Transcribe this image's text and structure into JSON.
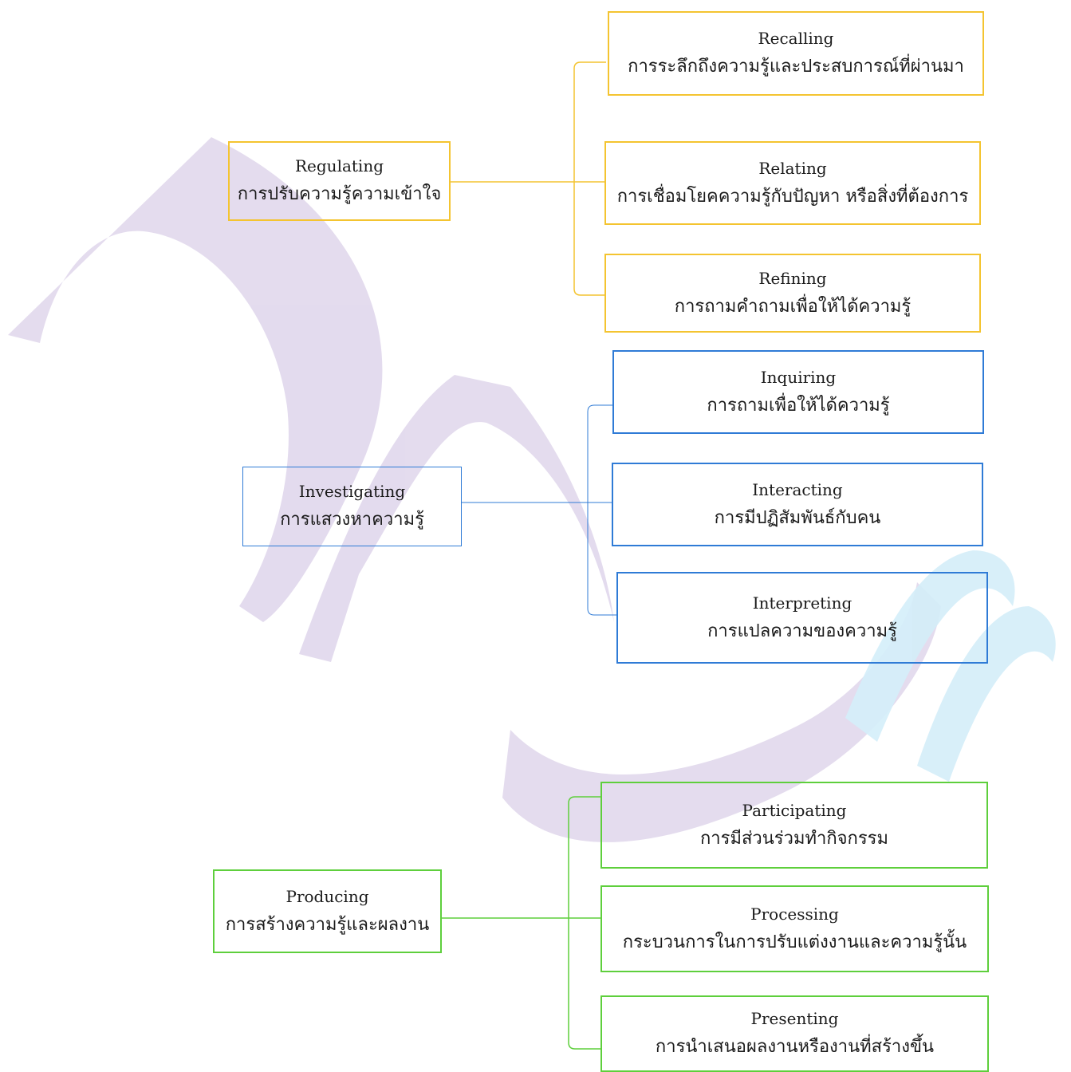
{
  "colors": {
    "yellow": "#f4c430",
    "blue": "#2f7bd6",
    "green": "#5ecf3c",
    "watermark_purple": "#ddd3ea",
    "watermark_cyan": "#d4eef9"
  },
  "groups": [
    {
      "parent": {
        "en": "Regulating",
        "th": "การปรับความรู้ความเข้าใจ"
      },
      "children": [
        {
          "en": "Recalling",
          "th": "การระลึกถึงความรู้และประสบการณ์ที่ผ่านมา"
        },
        {
          "en": "Relating",
          "th": "การเชื่อมโยคความรู้กับปัญหา หรือสิ่งที่ต้องการ"
        },
        {
          "en": "Refining",
          "th": "การถามคำถามเพื่อให้ได้ความรู้"
        }
      ]
    },
    {
      "parent": {
        "en": "Investigating",
        "th": "การแสวงหาความรู้"
      },
      "children": [
        {
          "en": "Inquiring",
          "th": "การถามเพื่อให้ได้ความรู้"
        },
        {
          "en": "Interacting",
          "th": "การมีปฏิสัมพันธ์กับคน"
        },
        {
          "en": "Interpreting",
          "th": "การแปลความของความรู้"
        }
      ]
    },
    {
      "parent": {
        "en": "Producing",
        "th": "การสร้างความรู้และผลงาน"
      },
      "children": [
        {
          "en": "Participating",
          "th": "การมีส่วนร่วมทำกิจกรรม"
        },
        {
          "en": "Processing",
          "th": "กระบวนการในการปรับแต่งงานและความรู้นั้น"
        },
        {
          "en": "Presenting",
          "th": "การนำเสนอผลงานหรืองานที่สร้างขึ้น"
        }
      ]
    }
  ]
}
